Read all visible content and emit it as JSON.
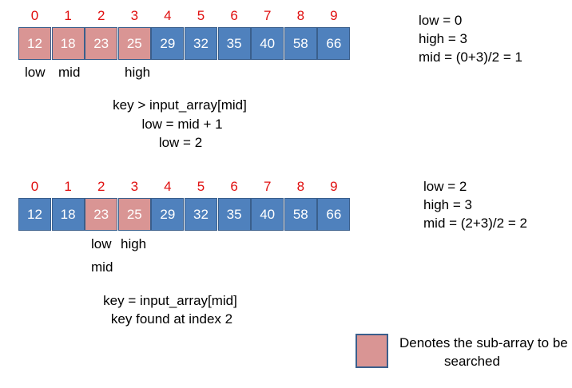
{
  "colors": {
    "highlight": "#d99594",
    "normal": "#4f81bd",
    "index": "#e01010"
  },
  "step1": {
    "indices": [
      "0",
      "1",
      "2",
      "3",
      "4",
      "5",
      "6",
      "7",
      "8",
      "9"
    ],
    "values": [
      "12",
      "18",
      "23",
      "25",
      "29",
      "32",
      "35",
      "40",
      "58",
      "66"
    ],
    "highlighted": [
      true,
      true,
      true,
      true,
      false,
      false,
      false,
      false,
      false,
      false
    ],
    "pointers": {
      "low": "low",
      "mid": "mid",
      "high": "high"
    },
    "info": [
      "low = 0",
      "high = 3",
      "mid = (0+3)/2 = 1"
    ],
    "explain": [
      "key > input_array[mid]",
      "low = mid + 1",
      "low = 2"
    ]
  },
  "step2": {
    "indices": [
      "0",
      "1",
      "2",
      "3",
      "4",
      "5",
      "6",
      "7",
      "8",
      "9"
    ],
    "values": [
      "12",
      "18",
      "23",
      "25",
      "29",
      "32",
      "35",
      "40",
      "58",
      "66"
    ],
    "highlighted": [
      false,
      false,
      true,
      true,
      false,
      false,
      false,
      false,
      false,
      false
    ],
    "pointers": {
      "low": "low",
      "high": "high",
      "mid": "mid"
    },
    "info": [
      "low = 2",
      "high = 3",
      "mid = (2+3)/2 = 2"
    ],
    "explain": [
      "key = input_array[mid]",
      "key found at index 2"
    ]
  },
  "legend": {
    "text_line1": "Denotes the sub-array to be",
    "text_line2": "searched"
  }
}
